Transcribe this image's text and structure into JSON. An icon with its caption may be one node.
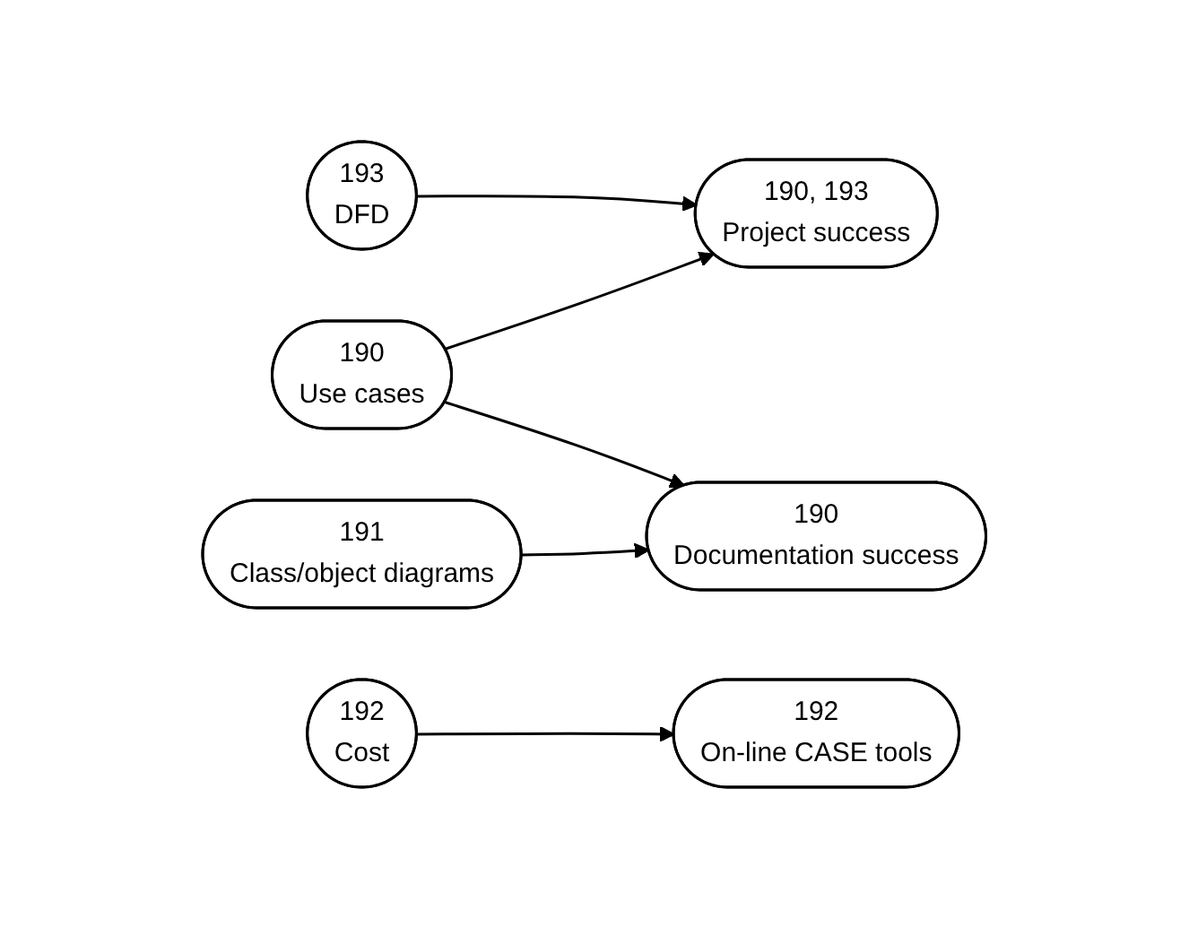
{
  "diagram": {
    "nodes": [
      {
        "text": [
          "193",
          "DFD"
        ]
      },
      {
        "text": [
          "190",
          "Use cases"
        ]
      },
      {
        "text": [
          "191",
          "Class/object diagrams"
        ]
      },
      {
        "text": [
          "190, 193",
          "Project success"
        ]
      },
      {
        "text": [
          "190",
          "Documentation success"
        ]
      },
      {
        "text": [
          "192",
          "On-line CASE tools"
        ]
      },
      {
        "text": [
          "192",
          "Cost"
        ]
      }
    ],
    "edges": [
      {
        "from": 0,
        "to": 3,
        "arrow": "to"
      },
      {
        "from": 1,
        "to": 3,
        "arrow": "to"
      },
      {
        "from": 1,
        "to": 4,
        "arrow": "to"
      },
      {
        "from": 2,
        "to": 4,
        "arrow": "to"
      },
      {
        "from": 6,
        "to": 5,
        "arrow": "to"
      }
    ]
  }
}
